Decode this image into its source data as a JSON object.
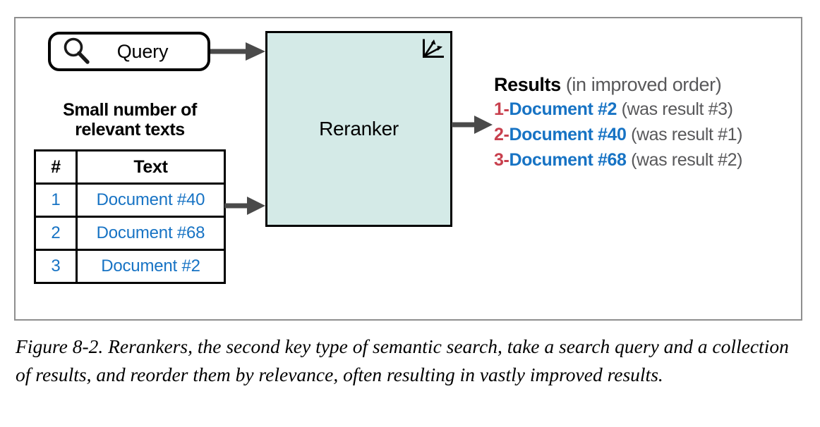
{
  "figure": {
    "query": {
      "icon": "search-icon",
      "label": "Query"
    },
    "texts_heading": "Small number of\nrelevant texts",
    "table": {
      "columns": [
        "#",
        "Text"
      ],
      "rows": [
        {
          "num": "1",
          "text": "Document #40"
        },
        {
          "num": "2",
          "text": "Document #68"
        },
        {
          "num": "3",
          "text": "Document #2"
        }
      ]
    },
    "reranker": {
      "label": "Reranker",
      "icon": "axes-arrows-icon",
      "fill_color": "#d4eae7"
    },
    "results": {
      "heading_strong": "Results",
      "heading_muted": " (in improved order)",
      "items": [
        {
          "rank": "1-",
          "doc": "Document #2",
          "note": " (was result #3)"
        },
        {
          "rank": "2-",
          "doc": "Document #40",
          "note": " (was result #1)"
        },
        {
          "rank": "3-",
          "doc": "Document #68",
          "note": " (was result #2)"
        }
      ]
    },
    "colors": {
      "blue": "#1773c4",
      "red": "#c8404e",
      "muted_gray": "#58585a",
      "arrow_gray": "#4a4a4a",
      "frame_gray": "#8e8e8e"
    },
    "caption": "Figure 8-2. Rerankers, the second key type of semantic search, take a search query and a collection of results, and reorder them by relevance, often resulting in vastly improved results."
  }
}
